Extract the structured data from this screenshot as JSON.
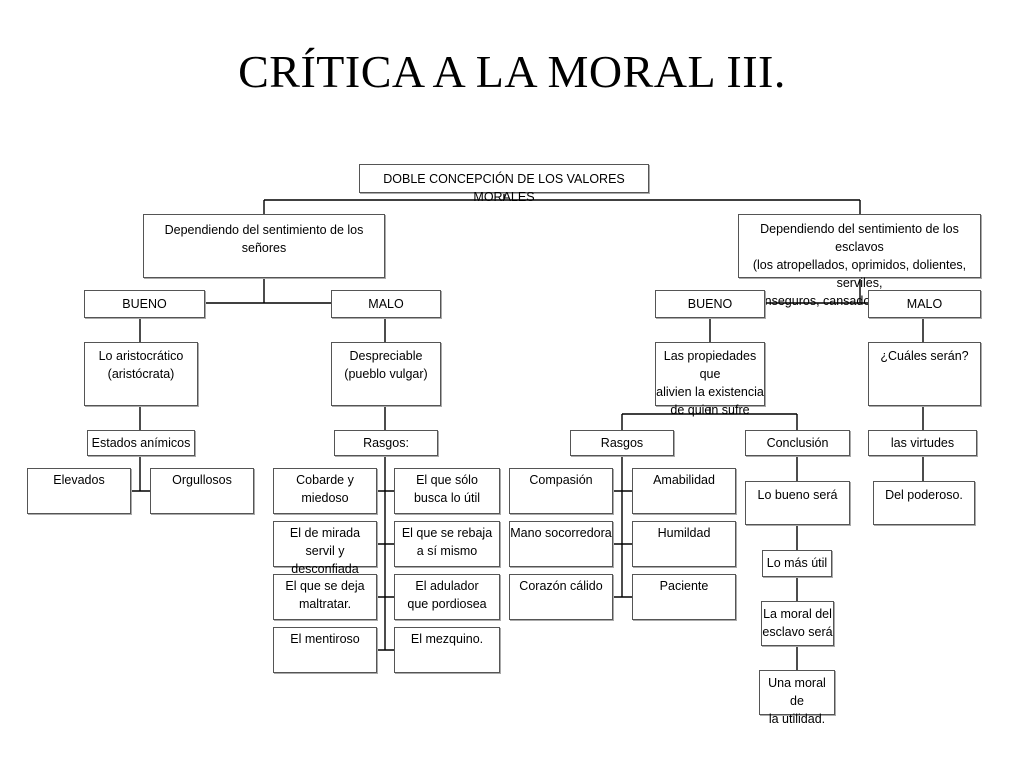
{
  "title": "CRÍTICA A LA MORAL III.",
  "root": "DOBLE CONCEPCIÓN DE LOS VALORES MORALES",
  "senores": {
    "header": "Dependiendo del sentimiento de los señores",
    "bueno": {
      "label": "BUENO",
      "desc": "Lo aristocrático\n(aristócrata)",
      "sub": "Estados anímicos",
      "items": [
        "Elevados",
        "Orgullosos"
      ]
    },
    "malo": {
      "label": "MALO",
      "desc": "Despreciable\n(pueblo vulgar)",
      "sub": "Rasgos:",
      "items": [
        "Cobarde y\nmiedoso",
        "El que sólo\nbusca lo útil",
        "El de mirada\nservil y desconfiada",
        "El que se rebaja\na sí mismo",
        "El que se deja\nmaltratar.",
        "El adulador\nque pordiosea",
        "El mentiroso",
        "El mezquino."
      ]
    }
  },
  "esclavos": {
    "header": "Dependiendo del sentimiento de los esclavos\n(los atropellados, oprimidos, dolientes, serviles,\ninseguros, cansados de sí mismos.",
    "bueno": {
      "label": "BUENO",
      "desc": "Las propiedades que\nalivien la existencia\nde quien sufre",
      "sub": "Rasgos",
      "items": [
        "Compasión",
        "Amabilidad",
        "Mano socorredora",
        "Humildad",
        "Corazón cálido",
        "Paciente"
      ],
      "conclusion": {
        "label": "Conclusión",
        "items": [
          "Lo bueno será",
          "Lo más útil",
          "La moral del\nesclavo será",
          "Una moral de\nla utilidad."
        ]
      }
    },
    "malo": {
      "label": "MALO",
      "desc": "¿Cuáles serán?",
      "sub": "las virtudes",
      "item": "Del poderoso."
    }
  }
}
